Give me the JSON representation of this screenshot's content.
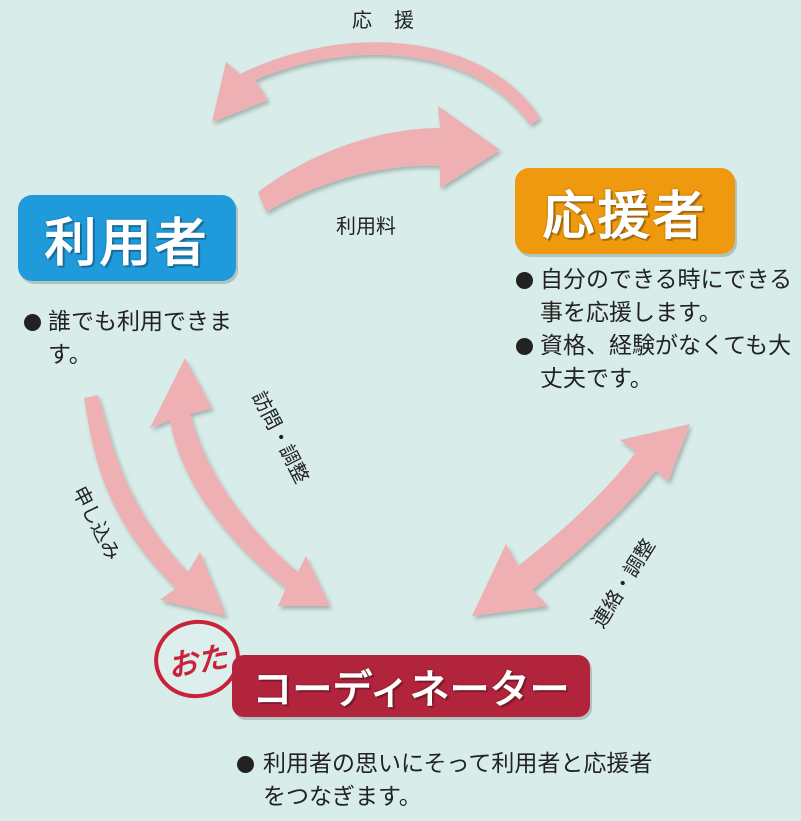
{
  "roles": {
    "user": {
      "title": "利用者",
      "description": [
        "誰でも利用できます。"
      ]
    },
    "supporter": {
      "title": "応援者",
      "description": [
        "自分のできる時にできる事を応援します。",
        "資格、経験がなくても大丈夫です。"
      ]
    },
    "coordinator": {
      "title": "コーディネーター",
      "stamp": "おた",
      "description": [
        "利用者の思いにそって利用者と応援者をつなぎます。"
      ]
    }
  },
  "arrow_labels": {
    "support": "応援",
    "fee": "利用料",
    "visit_adjust": "訪問・調整",
    "apply": "申し込み",
    "contact_adjust": "連絡・調整"
  },
  "colors": {
    "background": "#d8ede9",
    "arrow": "#efb0b3",
    "user": "#1f9bdc",
    "supporter": "#ef9a0e",
    "coordinator": "#b1243b"
  }
}
